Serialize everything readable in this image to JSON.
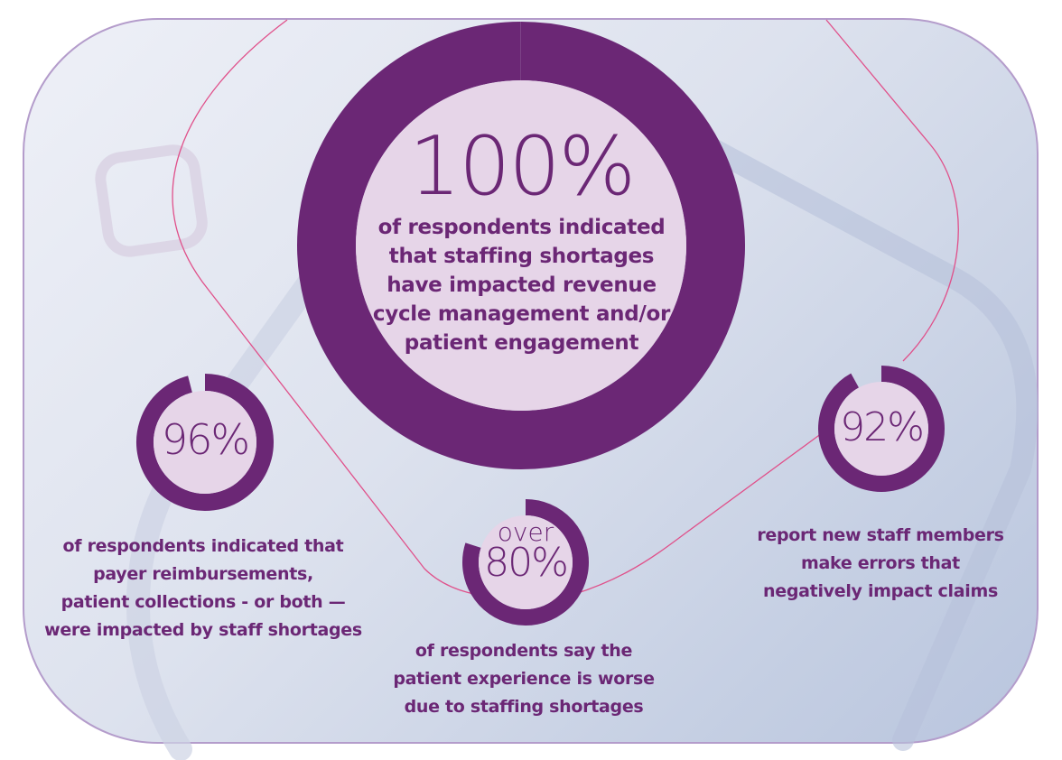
{
  "colors": {
    "ring": "#6b2775",
    "inner": "#e6d5e8",
    "line": "#e0508a",
    "text": "#6b2775"
  },
  "chart_data": {
    "type": "donut",
    "title": "",
    "items": [
      {
        "id": "main",
        "value": 100,
        "label": "100%",
        "prefix": "",
        "caption_lines": [
          "of respondents indicated",
          "that staffing shortages",
          "have impacted revenue",
          "cycle management and/or",
          "patient engagement"
        ]
      },
      {
        "id": "payer",
        "value": 96,
        "label": "96%",
        "prefix": "",
        "caption_lines": [
          "of respondents indicated that",
          "payer reimbursements,",
          "patient collections - or both —",
          "were impacted by staff shortages"
        ]
      },
      {
        "id": "experience",
        "value": 80,
        "label": "80%",
        "prefix": "over",
        "caption_lines": [
          "of respondents say the",
          "patient experience is worse",
          "due to staffing shortages"
        ]
      },
      {
        "id": "errors",
        "value": 92,
        "label": "92%",
        "prefix": "",
        "caption_lines": [
          "report new staff members",
          "make errors that",
          "negatively impact claims"
        ]
      }
    ]
  }
}
